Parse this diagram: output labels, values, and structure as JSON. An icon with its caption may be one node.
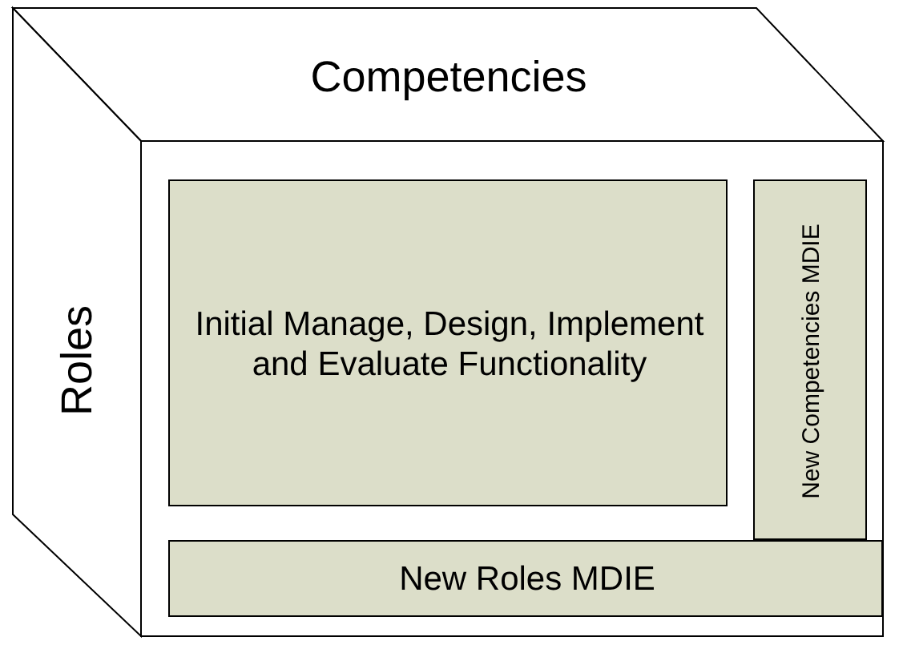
{
  "diagram": {
    "nodes": [
      {
        "text": [
          "Competencies"
        ]
      },
      {
        "text": [
          "Roles"
        ]
      },
      {
        "text": [
          "Initial Manage, Design, Implement and Evaluate Functionality"
        ]
      },
      {
        "text": [
          "New Competencies MDIE"
        ]
      },
      {
        "text": [
          "New Roles MDIE"
        ]
      }
    ]
  }
}
